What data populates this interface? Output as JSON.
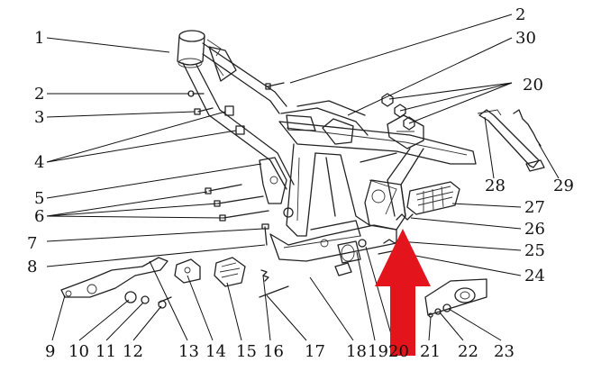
{
  "callouts": [
    {
      "id": "c1",
      "text": "1"
    },
    {
      "id": "c2a",
      "text": "2"
    },
    {
      "id": "c30",
      "text": "30"
    },
    {
      "id": "c2b",
      "text": "2"
    },
    {
      "id": "c20",
      "text": "20"
    },
    {
      "id": "c3",
      "text": "3"
    },
    {
      "id": "c4",
      "text": "4"
    },
    {
      "id": "c5",
      "text": "5"
    },
    {
      "id": "c28",
      "text": "28"
    },
    {
      "id": "c29",
      "text": "29"
    },
    {
      "id": "c6",
      "text": "6"
    },
    {
      "id": "c27",
      "text": "27"
    },
    {
      "id": "c26",
      "text": "26"
    },
    {
      "id": "c7",
      "text": "7"
    },
    {
      "id": "c25",
      "text": "25"
    },
    {
      "id": "c8",
      "text": "8"
    },
    {
      "id": "c24",
      "text": "24"
    },
    {
      "id": "c9",
      "text": "9"
    },
    {
      "id": "c10",
      "text": "10"
    },
    {
      "id": "c11",
      "text": "11"
    },
    {
      "id": "c12",
      "text": "12"
    },
    {
      "id": "c13",
      "text": "13"
    },
    {
      "id": "c14",
      "text": "14"
    },
    {
      "id": "c15",
      "text": "15"
    },
    {
      "id": "c16",
      "text": "16"
    },
    {
      "id": "c17",
      "text": "17"
    },
    {
      "id": "c18",
      "text": "18"
    },
    {
      "id": "c19",
      "text": "19"
    },
    {
      "id": "c20b",
      "text": "20"
    },
    {
      "id": "c21",
      "text": "21"
    },
    {
      "id": "c22",
      "text": "22"
    },
    {
      "id": "c23",
      "text": "23"
    }
  ],
  "colors": {
    "line": "#222222",
    "arrow": "#e3141b",
    "background": "#ffffff"
  }
}
